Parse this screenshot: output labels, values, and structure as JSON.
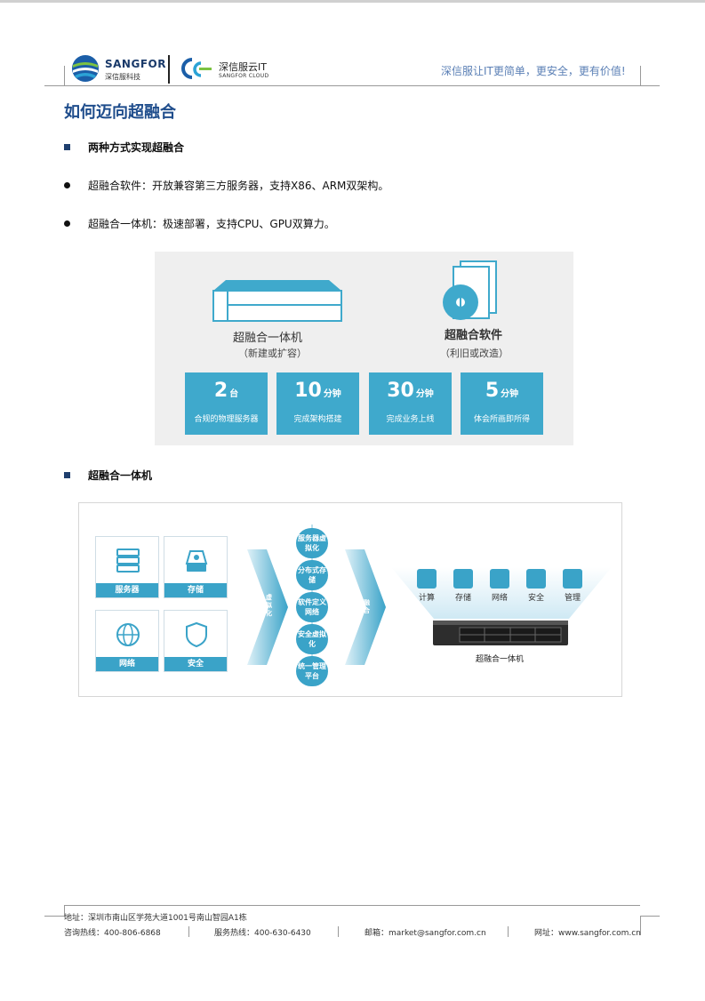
{
  "header": {
    "logo_name": "SANGFOR",
    "logo_sub": "深信服科技",
    "cloud_name": "深信服云IT",
    "cloud_sub": "SANGFOR CLOUD",
    "tagline": "深信服让IT更简单，更安全，更有价值!"
  },
  "section_title": "如何迈向超融合",
  "bullets": {
    "b1": "两种方式实现超融合",
    "b2": "超融合软件：开放兼容第三方服务器，支持X86、ARM双架构。",
    "b3": "超融合一体机：极速部署，支持CPU、GPU双算力。",
    "b4": "超融合一体机"
  },
  "panel1": {
    "left_label": "超融合一体机",
    "left_sub": "（新建或扩容）",
    "right_label": "超融合软件",
    "right_sub": "（利旧或改造）",
    "stats": [
      {
        "num": "2",
        "unit": "台",
        "desc": "合规的物理服务器"
      },
      {
        "num": "10",
        "unit": "分钟",
        "desc": "完成架构搭建"
      },
      {
        "num": "30",
        "unit": "分钟",
        "desc": "完成业务上线"
      },
      {
        "num": "5",
        "unit": "分钟",
        "desc": "体会所画即所得"
      }
    ]
  },
  "panel2": {
    "cards": [
      "服务器",
      "存储",
      "网络",
      "安全"
    ],
    "arrow1": "虚拟化",
    "pills": [
      "服务器虚拟化",
      "分布式存储",
      "软件定义网络",
      "安全虚拟化",
      "统一管理平台"
    ],
    "arrow2": "融合",
    "features": [
      "计算",
      "存储",
      "网络",
      "安全",
      "管理"
    ],
    "appliance_label": "超融合一体机"
  },
  "footer": {
    "address": "地址：深圳市南山区学苑大道1001号南山智园A1栋",
    "hotline": "咨询热线：400-806-6868",
    "service": "服务热线：400-630-6430",
    "email": "邮箱：market@sangfor.com.cn",
    "website": "网址：www.sangfor.com.cn"
  },
  "colors": {
    "accent": "#3aa3c8",
    "title": "#1f4d8c",
    "panel_bg": "#efefef"
  }
}
